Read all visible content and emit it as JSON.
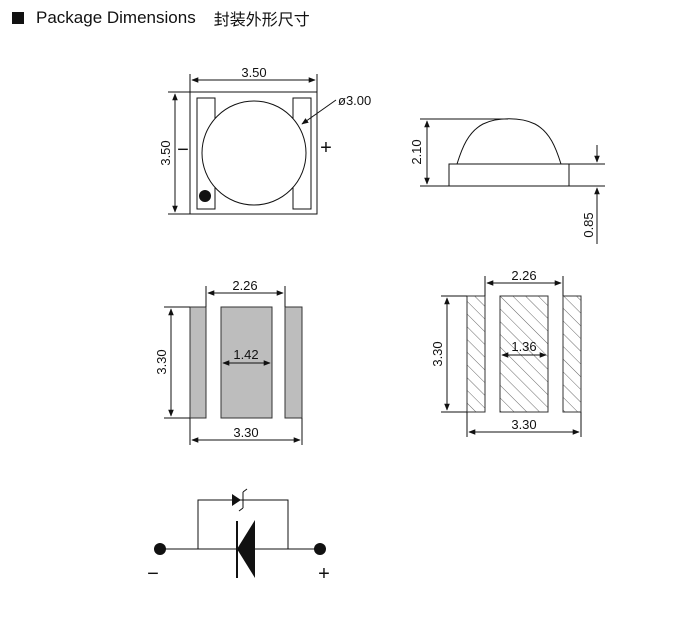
{
  "header": {
    "title": "Package Dimensions",
    "title_cn": "封装外形尺寸"
  },
  "top_view": {
    "width_label": "3.50",
    "height_label": "3.50",
    "lens_label": "ø3.00",
    "minus_label": "−",
    "plus_label": "+"
  },
  "side_view": {
    "height_label": "2.10",
    "base_label": "0.85"
  },
  "pad_layout": {
    "center_width_label": "2.26",
    "height_label": "3.30",
    "inner_label": "1.42",
    "total_width_label": "3.30"
  },
  "solder_pattern": {
    "center_width_label": "2.26",
    "height_label": "3.30",
    "inner_label": "1.36",
    "total_width_label": "3.30"
  },
  "schematic": {
    "minus_label": "−",
    "plus_label": "+"
  },
  "colors": {
    "pad_fill": "#bdbdbd",
    "line": "#111111"
  }
}
